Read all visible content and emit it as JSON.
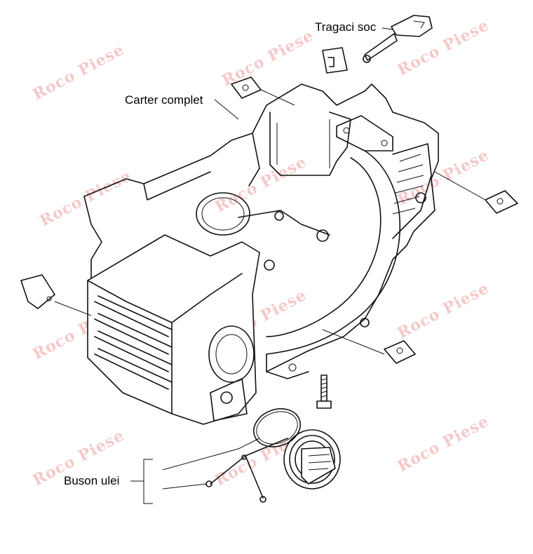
{
  "labels": {
    "tragaci": "Tragaci soc",
    "carter": "Carter complet",
    "buson": "Buson ulei"
  },
  "watermark": {
    "text": "Roco Piese",
    "color": "#f4c0c0"
  }
}
